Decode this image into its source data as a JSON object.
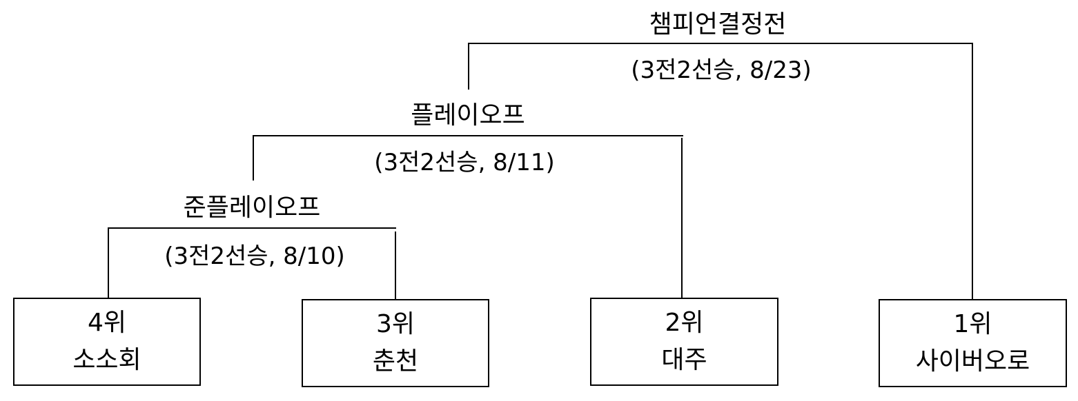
{
  "rounds": {
    "final": {
      "title": "챔피언결정전",
      "detail": "(3전2선승, 8/23)"
    },
    "playoff": {
      "title": "플레이오프",
      "detail": "(3전2선승, 8/11)"
    },
    "semi_playoff": {
      "title": "준플레이오프",
      "detail": "(3전2선승, 8/10)"
    }
  },
  "teams": [
    {
      "rank": "4위",
      "name": "소소회"
    },
    {
      "rank": "3위",
      "name": "춘천"
    },
    {
      "rank": "2위",
      "name": "대주"
    },
    {
      "rank": "1위",
      "name": "사이버오로"
    }
  ]
}
